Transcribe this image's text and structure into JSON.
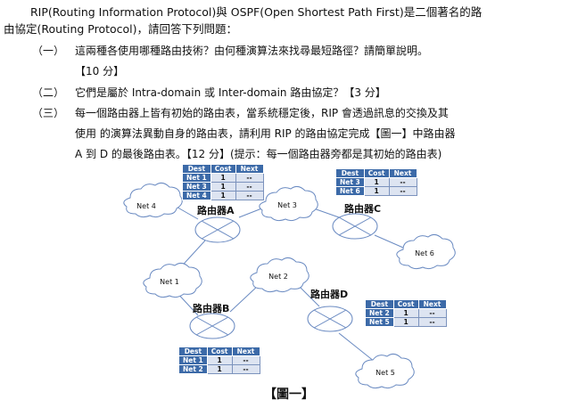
{
  "intro": {
    "line1": "RIP(Routing Information Protocol)與 OSPF(Open Shortest Path First)是二個著名的路",
    "line2": "由協定(Routing Protocol)，請回答下列問題："
  },
  "questions": [
    {
      "num": "（一）",
      "line1": "這兩種各使用哪種路由技術？由何種演算法來找尋最短路徑？請簡單說明。",
      "line2": "【10 分】"
    },
    {
      "num": "（二）",
      "line1": "它們是屬於 Intra-domain 或 Inter-domain 路由協定？【3 分】"
    },
    {
      "num": "（三）",
      "line1": "每一個路由器上皆有初始的路由表，當系統穩定後，RIP 會透過訊息的交換及其",
      "line2": "使用 的演算法異動自身的路由表，請利用 RIP 的路由協定完成【圖一】中路由器",
      "line3": "A 到 D 的最後路由表。【12 分】(提示：每一個路由器旁都是其初始的路由表)"
    }
  ],
  "figure": {
    "caption": "【圖一】",
    "routers": {
      "A": "路由器A",
      "B": "路由器B",
      "C": "路由器C",
      "D": "路由器D"
    },
    "networks": {
      "net1": "Net 1",
      "net2": "Net 2",
      "net3": "Net 3",
      "net4": "Net 4",
      "net5": "Net 5",
      "net6": "Net 6"
    },
    "table_headers": [
      "Dest",
      "Cost",
      "Next"
    ],
    "tables": {
      "A": [
        [
          "Net 1",
          "1",
          "--"
        ],
        [
          "Net 3",
          "1",
          "--"
        ],
        [
          "Net 4",
          "1",
          "--"
        ]
      ],
      "B": [
        [
          "Net 1",
          "1",
          "--"
        ],
        [
          "Net 2",
          "1",
          "--"
        ]
      ],
      "C": [
        [
          "Net 3",
          "1",
          "--"
        ],
        [
          "Net 6",
          "1",
          "--"
        ]
      ],
      "D": [
        [
          "Net 2",
          "1",
          "--"
        ],
        [
          "Net 5",
          "1",
          "--"
        ]
      ]
    }
  }
}
